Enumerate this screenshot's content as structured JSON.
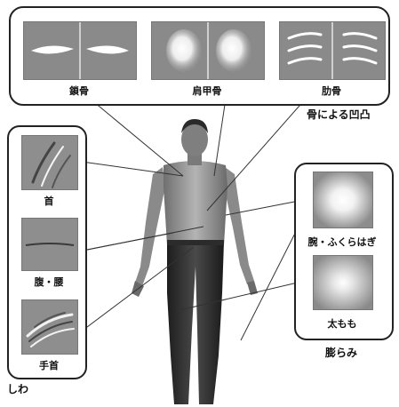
{
  "bone_group": {
    "caption": "骨による凹凸",
    "items": [
      {
        "label": "鎖骨"
      },
      {
        "label": "肩甲骨"
      },
      {
        "label": "肋骨"
      }
    ]
  },
  "wrinkle_group": {
    "caption": "しわ",
    "items": [
      {
        "label": "首"
      },
      {
        "label": "腹・腰"
      },
      {
        "label": "手首"
      }
    ]
  },
  "bulge_group": {
    "caption": "膨らみ",
    "items": [
      {
        "label": "腕・ふくらはぎ"
      },
      {
        "label": "太もも"
      }
    ]
  }
}
